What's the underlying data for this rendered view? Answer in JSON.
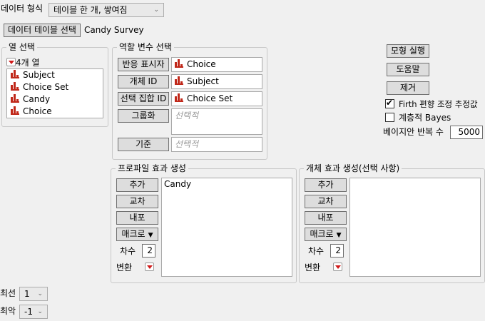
{
  "top": {
    "data_format_label": "데이터 형식",
    "data_format_value": "테이블 한 개, 쌓여짐",
    "select_table_button": "데이터 테이블 선택",
    "table_name": "Candy Survey"
  },
  "column_select": {
    "title": "열 선택",
    "count_label": "4개 열",
    "columns": [
      "Subject",
      "Choice Set",
      "Candy",
      "Choice"
    ]
  },
  "roles": {
    "title": "역할 변수 선택",
    "items": [
      {
        "button": "반응 표시자",
        "value": "Choice",
        "placeholder": ""
      },
      {
        "button": "개체 ID",
        "value": "Subject",
        "placeholder": ""
      },
      {
        "button": "선택 집합 ID",
        "value": "Choice Set",
        "placeholder": ""
      },
      {
        "button": "그룹화",
        "value": "",
        "placeholder": "선택적"
      },
      {
        "button": "기준",
        "value": "",
        "placeholder": "선택적"
      }
    ]
  },
  "actions": {
    "run_model": "모형 실행",
    "help": "도움말",
    "remove": "제거",
    "firth_label": "Firth 편향 조정 추정값",
    "firth_checked": true,
    "bayes_label": "계층적 Bayes",
    "bayes_checked": false,
    "bayes_iter_label": "베이지안 반복 수",
    "bayes_iter_value": "5000"
  },
  "profile_effects": {
    "title": "프로파일 효과 생성",
    "add": "추가",
    "cross": "교차",
    "nest": "내포",
    "macro": "매크로",
    "degree_label": "차수",
    "degree_value": "2",
    "transform_label": "변환",
    "effects": [
      "Candy"
    ]
  },
  "subject_effects": {
    "title": "개체 효과 생성(선택 사항)",
    "add": "추가",
    "cross": "교차",
    "nest": "내포",
    "macro": "매크로",
    "degree_label": "차수",
    "degree_value": "2",
    "transform_label": "변환",
    "effects": []
  },
  "bottom": {
    "best_label": "최선",
    "best_value": "1",
    "worst_label": "최악",
    "worst_value": "-1"
  },
  "colors": {
    "column_icon": "#c0281a",
    "red_triangle": "#d01a1a",
    "button_bg": "#dddddd",
    "panel_bg": "#f0f0f0"
  }
}
